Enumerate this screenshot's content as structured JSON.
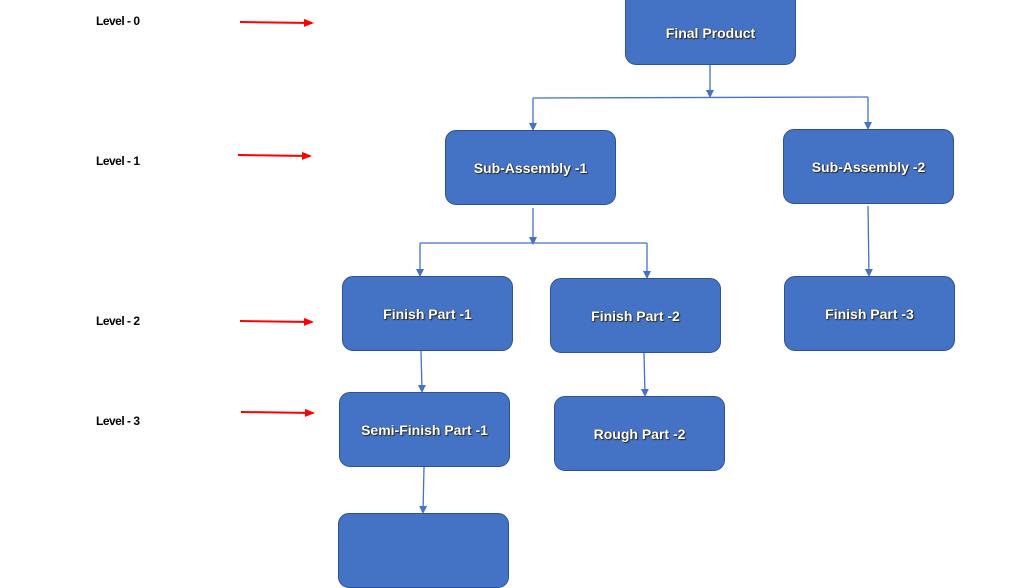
{
  "levels": [
    {
      "label": "Level - 0"
    },
    {
      "label": "Level - 1"
    },
    {
      "label": "Level - 2"
    },
    {
      "label": "Level - 3"
    }
  ],
  "nodes": {
    "final_product": "Final Product",
    "sub_assembly_1": "Sub-Assembly -1",
    "sub_assembly_2": "Sub-Assembly -2",
    "finish_part_1": "Finish Part -1",
    "finish_part_2": "Finish Part -2",
    "finish_part_3": "Finish Part -3",
    "semi_finish_part_1": "Semi-Finish Part -1",
    "rough_part_2": "Rough Part -2",
    "level4_node": ""
  },
  "colors": {
    "node_fill": "#4472C4",
    "node_border": "#2F528F",
    "connector": "#4472C4",
    "level_arrow": "#FF0000"
  }
}
